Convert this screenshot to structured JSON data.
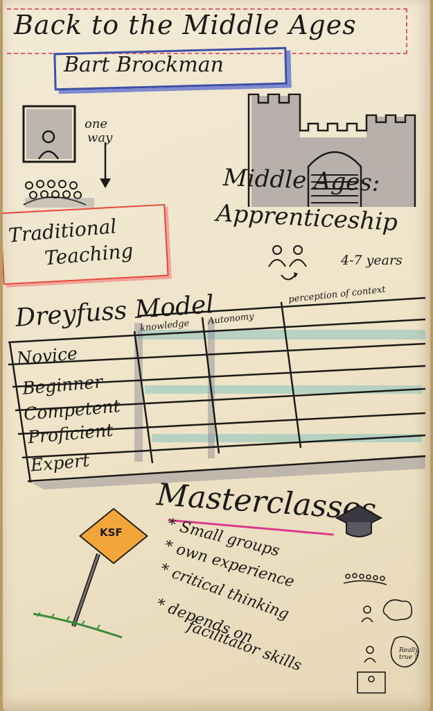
{
  "title": "Back to the Middle Ages",
  "author": "Bart Brockman",
  "traditional": {
    "arrow_note_line1": "one",
    "arrow_note_line2": "way",
    "label_line1": "Traditional",
    "label_line2": "Teaching"
  },
  "middle_ages": {
    "line1": "Middle Ages:",
    "line2": "Apprenticeship",
    "duration": "4-7 years"
  },
  "dreyfus": {
    "title": "Dreyfuss Model",
    "columns": [
      "knowledge",
      "Autonomy",
      "perception of context"
    ],
    "rows": [
      "Novice",
      "Beginner",
      "Competent",
      "Proficient",
      "Expert"
    ]
  },
  "masterclasses": {
    "title": "Masterclasses",
    "bullets": [
      "Small groups",
      "own experience",
      "critical thinking"
    ],
    "tail_line1": "depends on",
    "tail_line2": "facilitator skills",
    "bubble_text": "Really true ?"
  },
  "sign": {
    "label": "KSF"
  },
  "colors": {
    "paper": "#f1e6cf",
    "title_box": "#e05a6a",
    "author_box": "#3d4fa8",
    "teaching_box": "#e5463a",
    "underline": "#d83a8a",
    "sign": "#f4a53a",
    "table_hatch": "#4fb3b8",
    "shade": "#8a8490"
  }
}
